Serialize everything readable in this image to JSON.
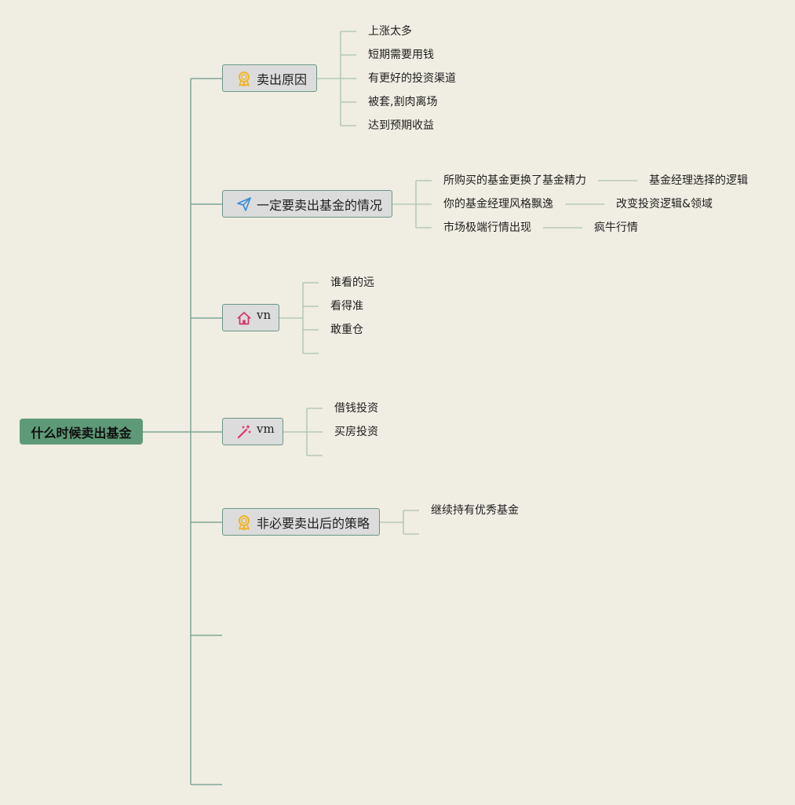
{
  "root": "什么时候卖出基金",
  "topics": [
    {
      "label": "卖出原因",
      "icon": "ribbon-icon",
      "children": [
        "上涨太多",
        "短期需要用钱",
        "有更好的投资渠道",
        "被套,割肉离场",
        "达到预期收益"
      ]
    },
    {
      "label": "一定要卖出基金的情况",
      "icon": "paper-plane-icon",
      "children": [
        "所购买的基金更换了基金精力",
        "你的基金经理风格飘逸",
        "市场极端行情出现"
      ],
      "grandchildren": [
        "基金经理选择的逻辑",
        "改变投资逻辑&领域",
        "疯牛行情"
      ]
    },
    {
      "label": "vn",
      "icon": "house-icon",
      "children": [
        "谁看的远",
        "看得准",
        "敢重仓",
        ""
      ]
    },
    {
      "label": "vm",
      "icon": "magic-wand-icon",
      "children": [
        "借钱投资",
        "买房投资",
        ""
      ]
    },
    {
      "label": "非必要卖出后的策略",
      "icon": "ribbon-icon",
      "children": [
        "继续持有优秀基金",
        ""
      ]
    },
    {
      "label": "",
      "children": []
    },
    {
      "label": "",
      "children": []
    }
  ],
  "colors": {
    "background": "#f0ede2",
    "root_fill": "#5e9a77",
    "topic_fill": "#dcdcdc",
    "topic_border": "#6d9686",
    "connector": "#a9c2b3",
    "ribbon_icon": "#f0b429",
    "plane_icon": "#3b8fd9",
    "house_icon": "#d6366b",
    "wand_icon": "#e0336e"
  }
}
